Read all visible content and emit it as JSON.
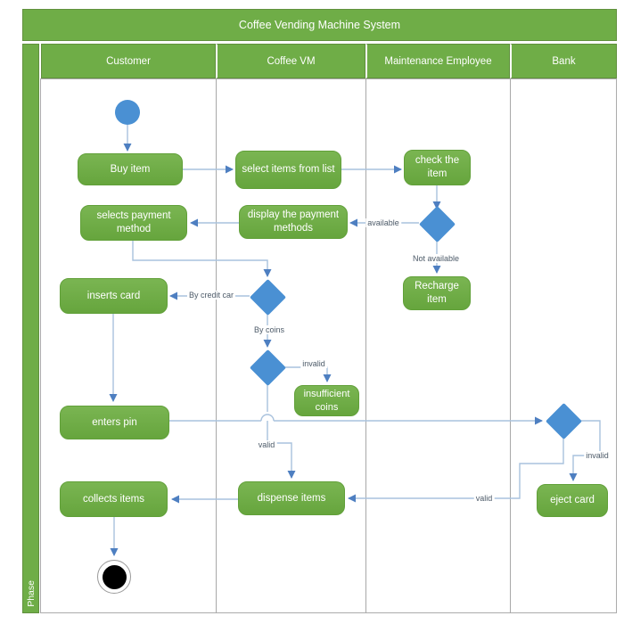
{
  "title": "Coffee Vending Machine System",
  "phase": {
    "label": "Phase"
  },
  "lanes": [
    {
      "label": "Customer"
    },
    {
      "label": "Coffee VM"
    },
    {
      "label": "Maintenance Employee"
    },
    {
      "label": "Bank"
    }
  ],
  "nodes": {
    "start": {
      "type": "initial-node"
    },
    "buy_item": {
      "label": "Buy item"
    },
    "select_items": {
      "label": "select items from list"
    },
    "check_item": {
      "label": "check the item"
    },
    "selects_payment": {
      "label": "selects payment method"
    },
    "display_payment": {
      "label": "display the payment methods"
    },
    "recharge_item": {
      "label": "Recharge item"
    },
    "inserts_card": {
      "label": "inserts card"
    },
    "insufficient_coins": {
      "label": "insufficient coins"
    },
    "enters_pin": {
      "label": "enters pin"
    },
    "dispense_items": {
      "label": "dispense items"
    },
    "collects_items": {
      "label": "collects items"
    },
    "eject_card": {
      "label": "eject card"
    },
    "end": {
      "type": "final-node"
    }
  },
  "decisions": {
    "item_available": {
      "type": "decision"
    },
    "payment_method": {
      "type": "decision"
    },
    "coins_valid": {
      "type": "decision"
    },
    "card_valid": {
      "type": "decision"
    }
  },
  "edge_labels": {
    "available": "available",
    "not_available": "Not available",
    "by_credit_car": "By credit car",
    "by_coins": "By coins",
    "invalid_coins": "invalid",
    "valid_pin": "valid",
    "invalid_card": "invalid",
    "valid_card": "valid"
  },
  "colors": {
    "green": "#6fad47",
    "node_blue": "#4a90d3",
    "connector": "#a9c2dd",
    "arrowhead": "#4e7fc1",
    "edge_label_text": "#4c5a68",
    "lane_line": "#a8a8a8"
  }
}
